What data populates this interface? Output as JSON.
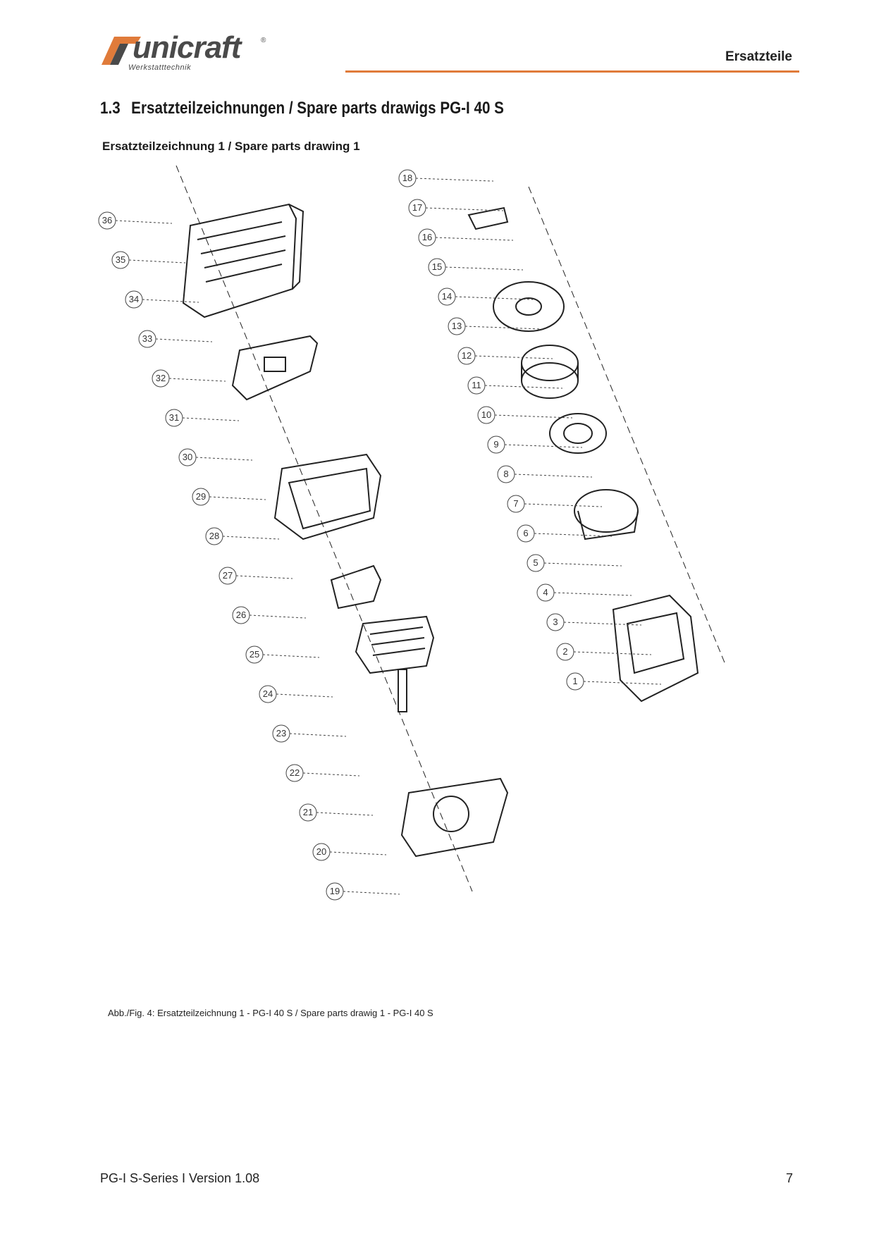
{
  "header": {
    "logo": {
      "brand": "unicraft",
      "registered": "®",
      "tagline": "Werkstatttechnik",
      "accent_color": "#e07b3a"
    },
    "section_label": "Ersatzteile",
    "rule_color": "#e07b3a"
  },
  "section": {
    "number": "1.3",
    "title": "Ersatzteilzeichnungen / Spare parts drawigs PG-I 40 S"
  },
  "drawing": {
    "title": "Ersatzteilzeichnung 1 / Spare parts drawing 1",
    "left_column_callouts": [
      "36",
      "35",
      "34",
      "33",
      "32",
      "31",
      "30",
      "29",
      "28",
      "27",
      "26",
      "25",
      "24",
      "23",
      "22",
      "21",
      "20",
      "19"
    ],
    "right_column_callouts": [
      "18",
      "17",
      "16",
      "15",
      "14",
      "13",
      "12",
      "11",
      "10",
      "9",
      "8",
      "7",
      "6",
      "5",
      "4",
      "3",
      "2",
      "1"
    ]
  },
  "caption": "Abb./Fig. 4: Ersatzteilzeichnung 1 - PG-I 40 S / Spare parts drawig 1 - PG-I 40 S",
  "footer": {
    "document": "PG-I S-Series I Version 1.08",
    "page": "7"
  }
}
